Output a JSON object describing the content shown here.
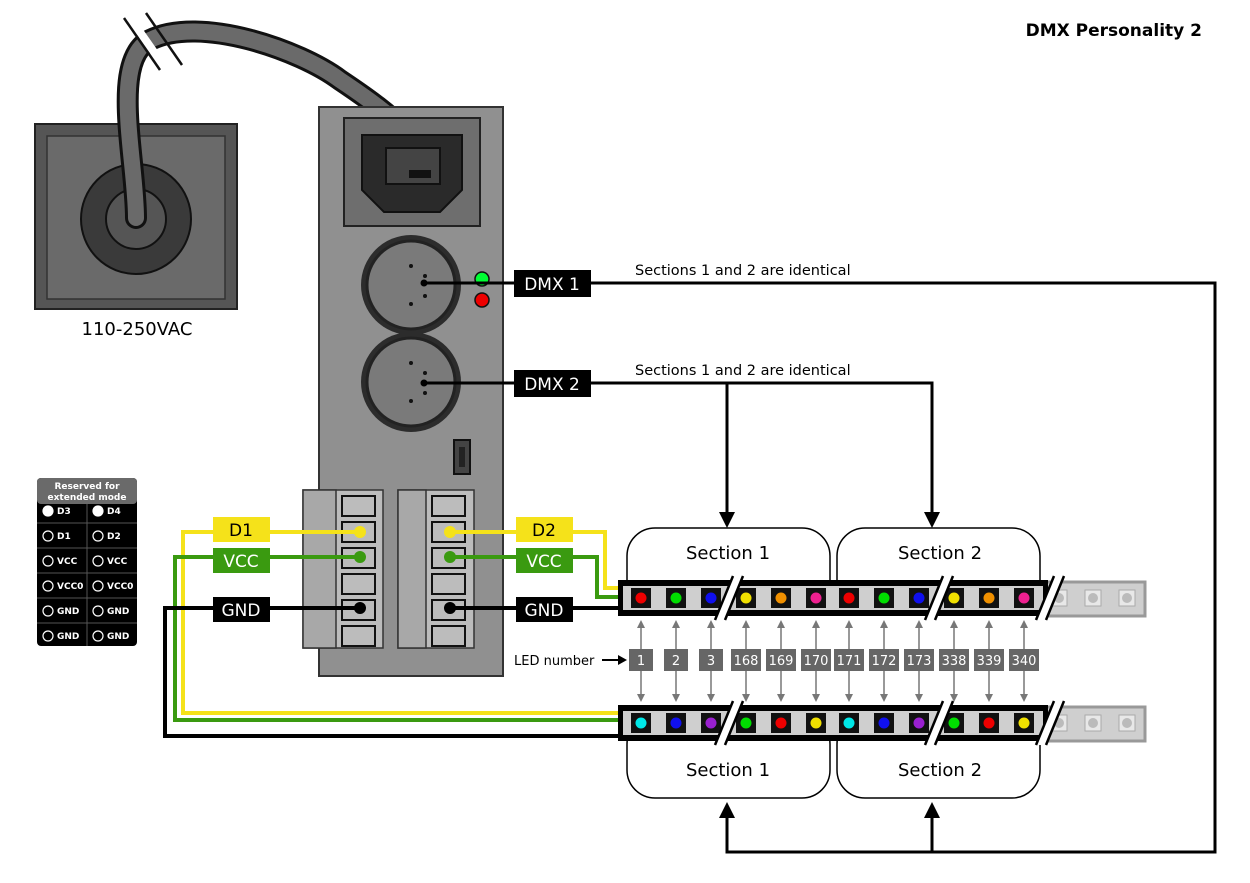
{
  "title": "DMX Personality 2",
  "power": {
    "label": "110-250VAC"
  },
  "dmx": {
    "dmx1_label": "DMX 1",
    "dmx2_label": "DMX 2",
    "note_top": "Sections 1 and 2 are identical",
    "note_bottom": "Sections 1 and 2 are identical"
  },
  "terminals": {
    "left": {
      "d_label": "D1",
      "vcc_label": "VCC",
      "gnd_label": "GND"
    },
    "right": {
      "d_label": "D2",
      "vcc_label": "VCC",
      "gnd_label": "GND"
    }
  },
  "colors": {
    "data_wire": "#f5e21a",
    "vcc_wire": "#3a9a10",
    "gnd_wire": "#000000",
    "red": "#ee0000",
    "green": "#00dd00",
    "blue": "#1010ee",
    "yellow": "#f0e000",
    "orange": "#f09000",
    "magenta": "#ee2090",
    "cyan": "#00e8e8",
    "purple": "#9a20d0",
    "led_on": "#00ff33",
    "led_err": "#ee0000"
  },
  "sections": {
    "top": [
      "Section 1",
      "Section 2"
    ],
    "bottom": [
      "Section 1",
      "Section 2"
    ]
  },
  "led_numbers": {
    "label": "LED number",
    "values": [
      "1",
      "2",
      "3",
      "168",
      "169",
      "170",
      "171",
      "172",
      "173",
      "338",
      "339",
      "340"
    ]
  },
  "strips": {
    "top_colors": [
      "red",
      "green",
      "blue",
      "yellow",
      "orange",
      "magenta",
      "red",
      "green",
      "blue",
      "yellow",
      "orange",
      "magenta"
    ],
    "bottom_colors": [
      "cyan",
      "blue",
      "purple",
      "green",
      "red",
      "yellow",
      "cyan",
      "blue",
      "purple",
      "green",
      "red",
      "yellow"
    ]
  },
  "legend": {
    "header": "Reserved for extended mode",
    "header_line1": "Reserved for",
    "header_line2": "extended mode",
    "rows": [
      [
        "D3",
        "D4"
      ],
      [
        "D1",
        "D2"
      ],
      [
        "VCC",
        "VCC"
      ],
      [
        "VCC0",
        "VCC0"
      ],
      [
        "GND",
        "GND"
      ],
      [
        "GND",
        "GND"
      ]
    ]
  }
}
